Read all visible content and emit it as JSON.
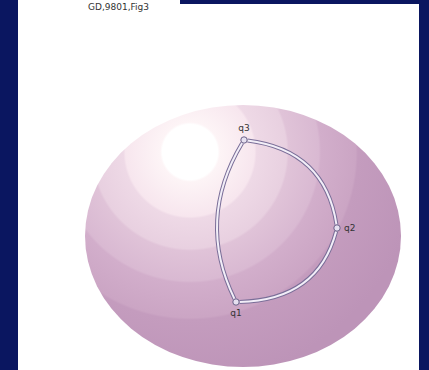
{
  "diagram": {
    "title": "GD,9801,Fig3",
    "nodes": [
      {
        "text": [
          "q3"
        ]
      },
      {
        "text": [
          "q2"
        ]
      },
      {
        "text": [
          "q1"
        ]
      }
    ],
    "edges": [
      {
        "from": 0,
        "to": 2,
        "arrow": "none"
      },
      {
        "from": 0,
        "to": 1,
        "arrow": "none"
      },
      {
        "from": 1,
        "to": 2,
        "arrow": "none"
      }
    ]
  }
}
